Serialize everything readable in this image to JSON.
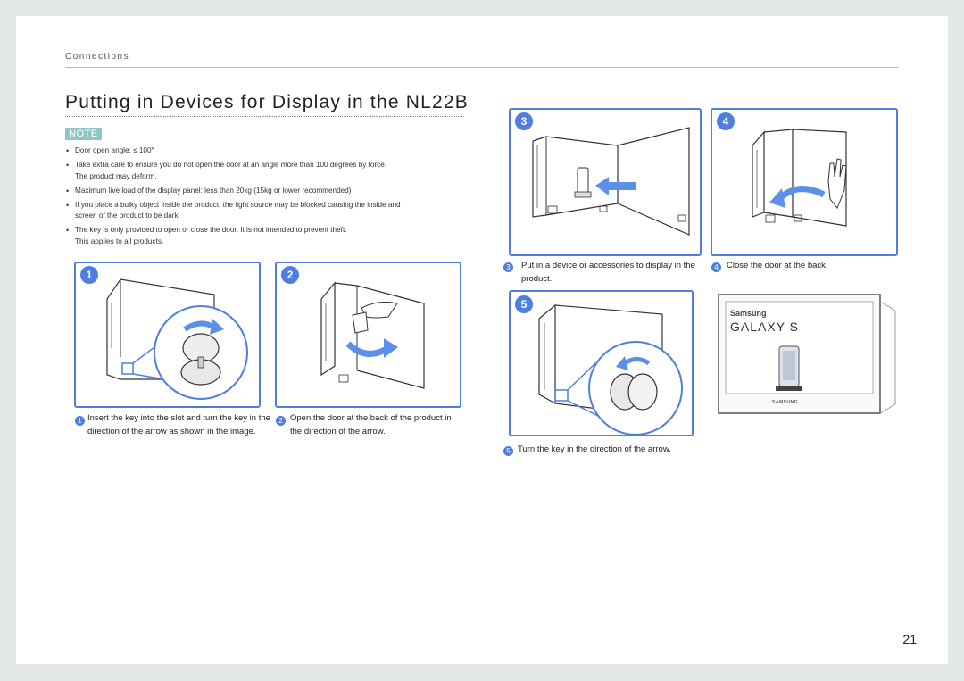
{
  "header": {
    "section": "Connections"
  },
  "title": "Putting in Devices for Display in the NL22B",
  "note": {
    "badge": "NOTE",
    "items": [
      {
        "text": "Door open angle: ≤ 100°"
      },
      {
        "text": "Take extra care to ensure you do not open the door at an angle more than 100 degrees by force.",
        "sub": "The product may deform."
      },
      {
        "text": "Maximum live load of the display panel: less than 20kg (15kg or lower recommended)"
      },
      {
        "text": "If you place a bulky object inside the product, the light source may be blocked causing the inside and",
        "sub": "screen of the product to be dark."
      },
      {
        "text": "The key is only provided to open or close the door. It is not intended to prevent theft.",
        "sub": "This applies to all products."
      }
    ]
  },
  "steps": [
    {
      "num": "1",
      "caption": "Insert the key into the slot and turn the key in the direction of the arrow as shown in the image."
    },
    {
      "num": "2",
      "caption": "Open the door at the back of the product in the direction of the arrow."
    },
    {
      "num": "3",
      "caption": "Put in a device or accessories to display in the product."
    },
    {
      "num": "4",
      "caption": "Close the door at the back."
    },
    {
      "num": "5",
      "caption": "Turn the key in the direction of the arrow."
    }
  ],
  "product_image": {
    "brand_top": "Samsung",
    "brand_main": "GALAXY S",
    "brand_bottom": "SAMSUNG"
  },
  "page_number": "21",
  "colors": {
    "accent": "#4e7fe0",
    "note_badge": "#8ec8c6",
    "arrow": "#5b8fe8"
  }
}
